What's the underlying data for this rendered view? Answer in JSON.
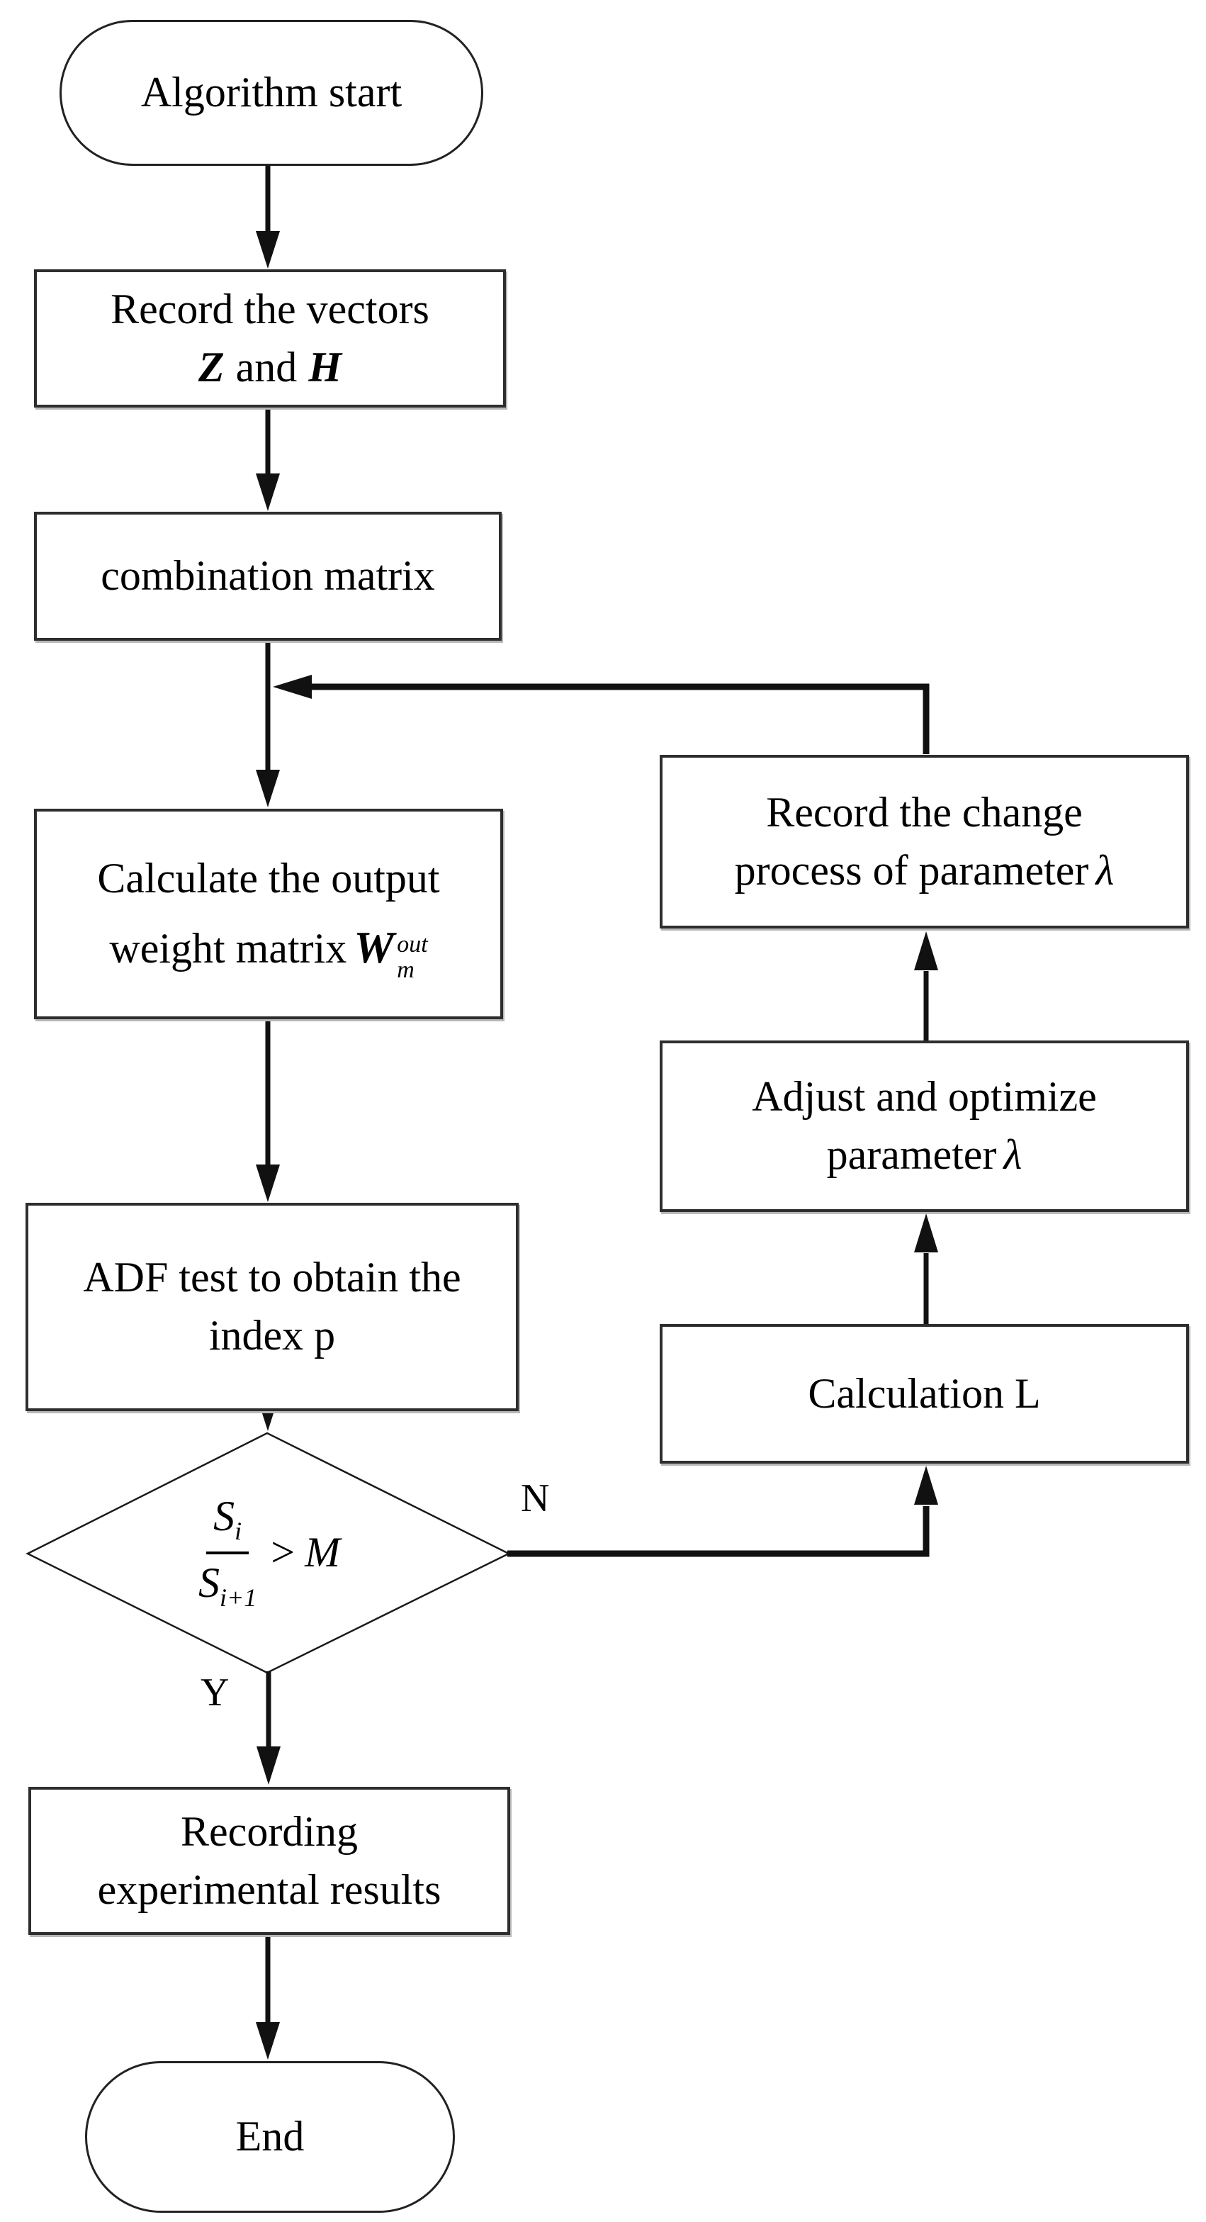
{
  "nodes": {
    "start": {
      "label": "Algorithm start"
    },
    "record_vectors": {
      "line1": "Record the vectors",
      "var1": "Z",
      "conj": "and",
      "var2": "H"
    },
    "combination": {
      "label": "combination matrix"
    },
    "calculate": {
      "line1": "Calculate the output",
      "line2": "weight matrix",
      "w": "W",
      "w_sub": "m",
      "w_sup": "out"
    },
    "adf": {
      "line1": "ADF test to obtain the",
      "line2": "index p"
    },
    "decision": {
      "numerator": "S",
      "numerator_sub": "i",
      "denominator": "S",
      "denominator_sub": "i+1",
      "operator": ">",
      "threshold": "M"
    },
    "recording": {
      "line1": "Recording",
      "line2": "experimental results"
    },
    "end": {
      "label": "End"
    },
    "record_change": {
      "line1": "Record the change",
      "line2": "process of parameter",
      "symbol": "λ"
    },
    "adjust": {
      "line1": "Adjust and optimize",
      "line2": "parameter",
      "symbol": "λ"
    },
    "calc_l": {
      "label": "Calculation L"
    }
  },
  "edges": {
    "yes_label": "Y",
    "no_label": "N"
  },
  "colors": {
    "line": "#111111",
    "border": "#2e2e2e",
    "background": "#ffffff"
  }
}
